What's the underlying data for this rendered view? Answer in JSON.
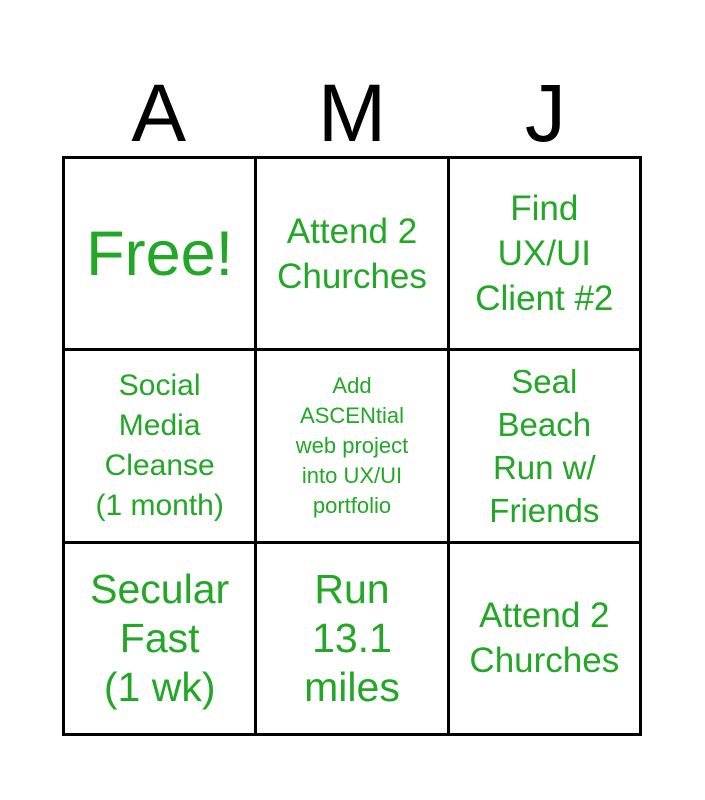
{
  "card": {
    "type": "bingo-card",
    "text_color": "#22a726",
    "border_color": "#000000",
    "background_color": "#ffffff",
    "header": {
      "letters": [
        "A",
        "M",
        "J"
      ]
    },
    "grid": {
      "rows": 3,
      "columns": 3,
      "cells": [
        {
          "text": "Free!",
          "size": "sz-free"
        },
        {
          "text": "Attend 2\nChurches",
          "size": "sz-lg"
        },
        {
          "text": "Find\nUX/UI\nClient #2",
          "size": "sz-lg"
        },
        {
          "text": "Social\nMedia\nCleanse\n(1 month)",
          "size": "sz-sm"
        },
        {
          "text": "Add\nASCENtial\nweb project\ninto UX/UI\nportfolio",
          "size": "sz-xs"
        },
        {
          "text": "Seal\nBeach\nRun w/\nFriends",
          "size": "sz-md"
        },
        {
          "text": "Secular\nFast\n(1 wk)",
          "size": "sz-xl"
        },
        {
          "text": "Run\n13.1\nmiles",
          "size": "sz-xl"
        },
        {
          "text": "Attend 2\nChurches",
          "size": "sz-lg"
        }
      ]
    }
  }
}
